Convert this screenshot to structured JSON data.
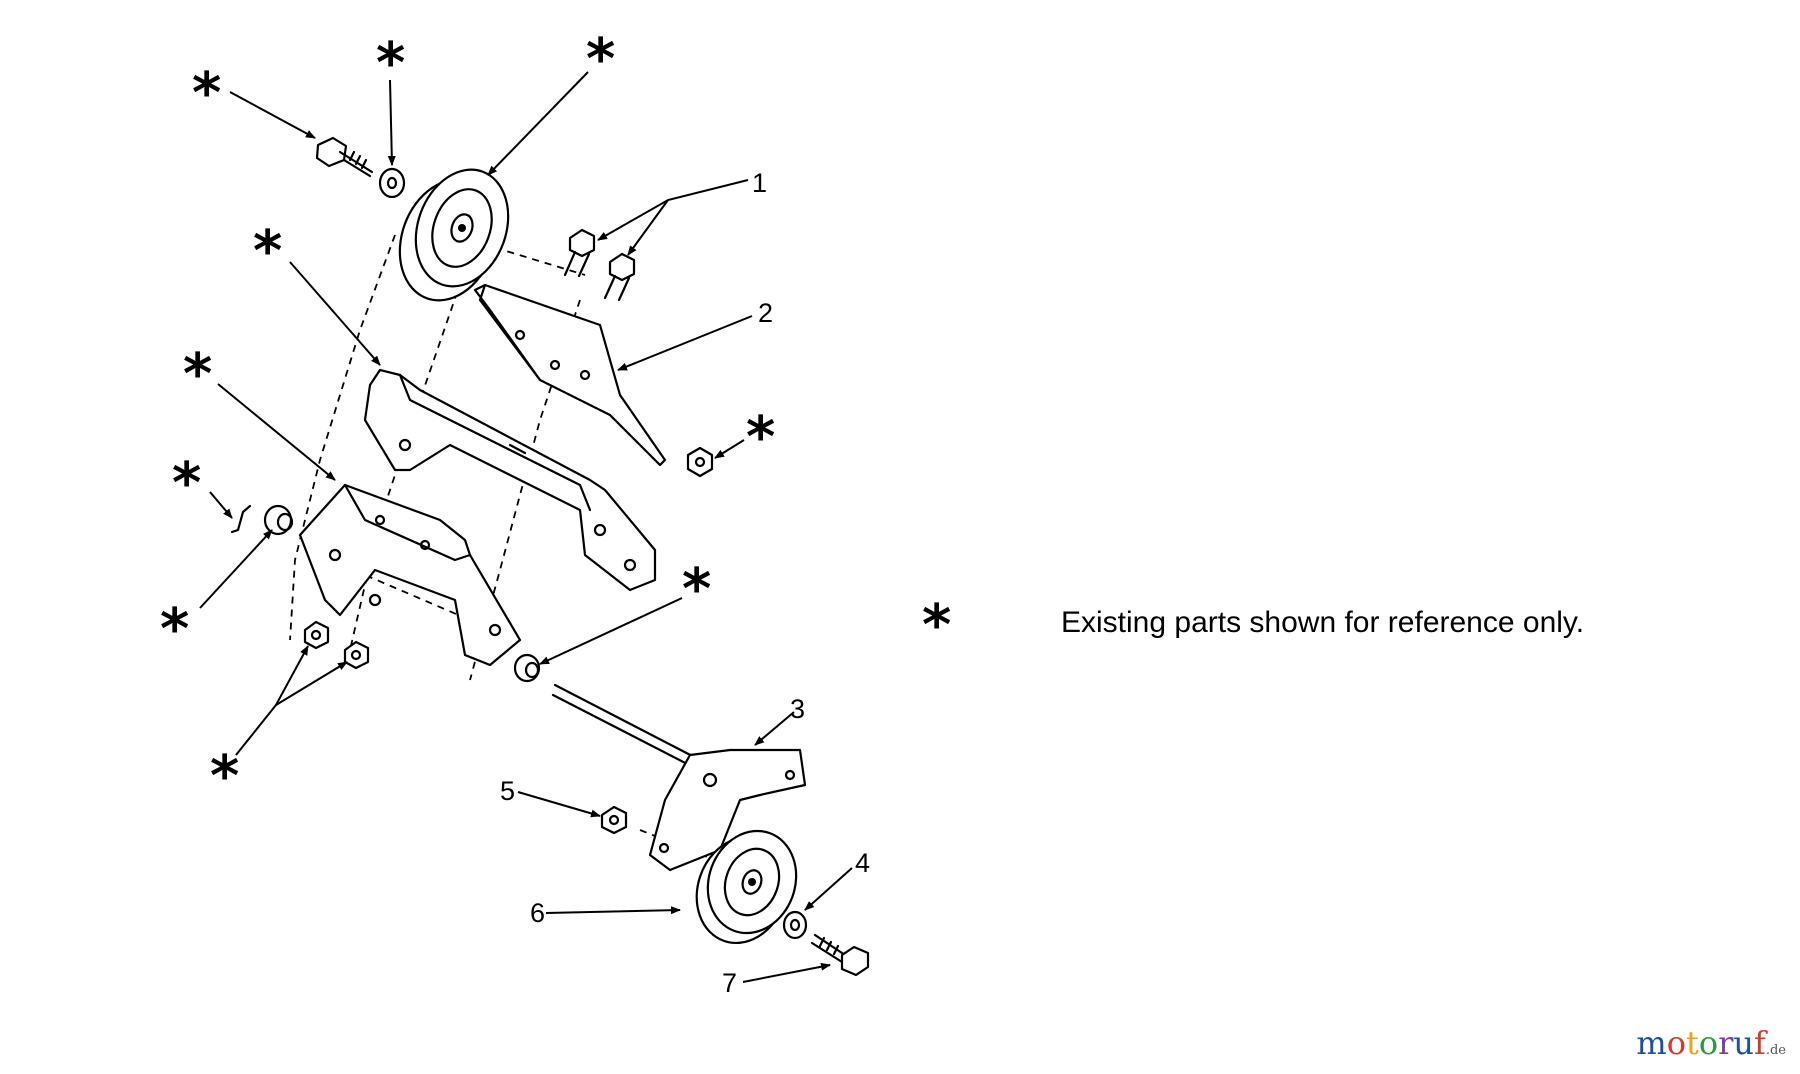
{
  "callouts": {
    "n1": "1",
    "n2": "2",
    "n3": "3",
    "n4": "4",
    "n5": "5",
    "n6": "6",
    "n7": "7",
    "star": "*"
  },
  "legend": {
    "symbol": "*",
    "text": "Existing parts shown for reference only."
  },
  "watermark": {
    "brand": "motoruf",
    "tld": ".de"
  }
}
